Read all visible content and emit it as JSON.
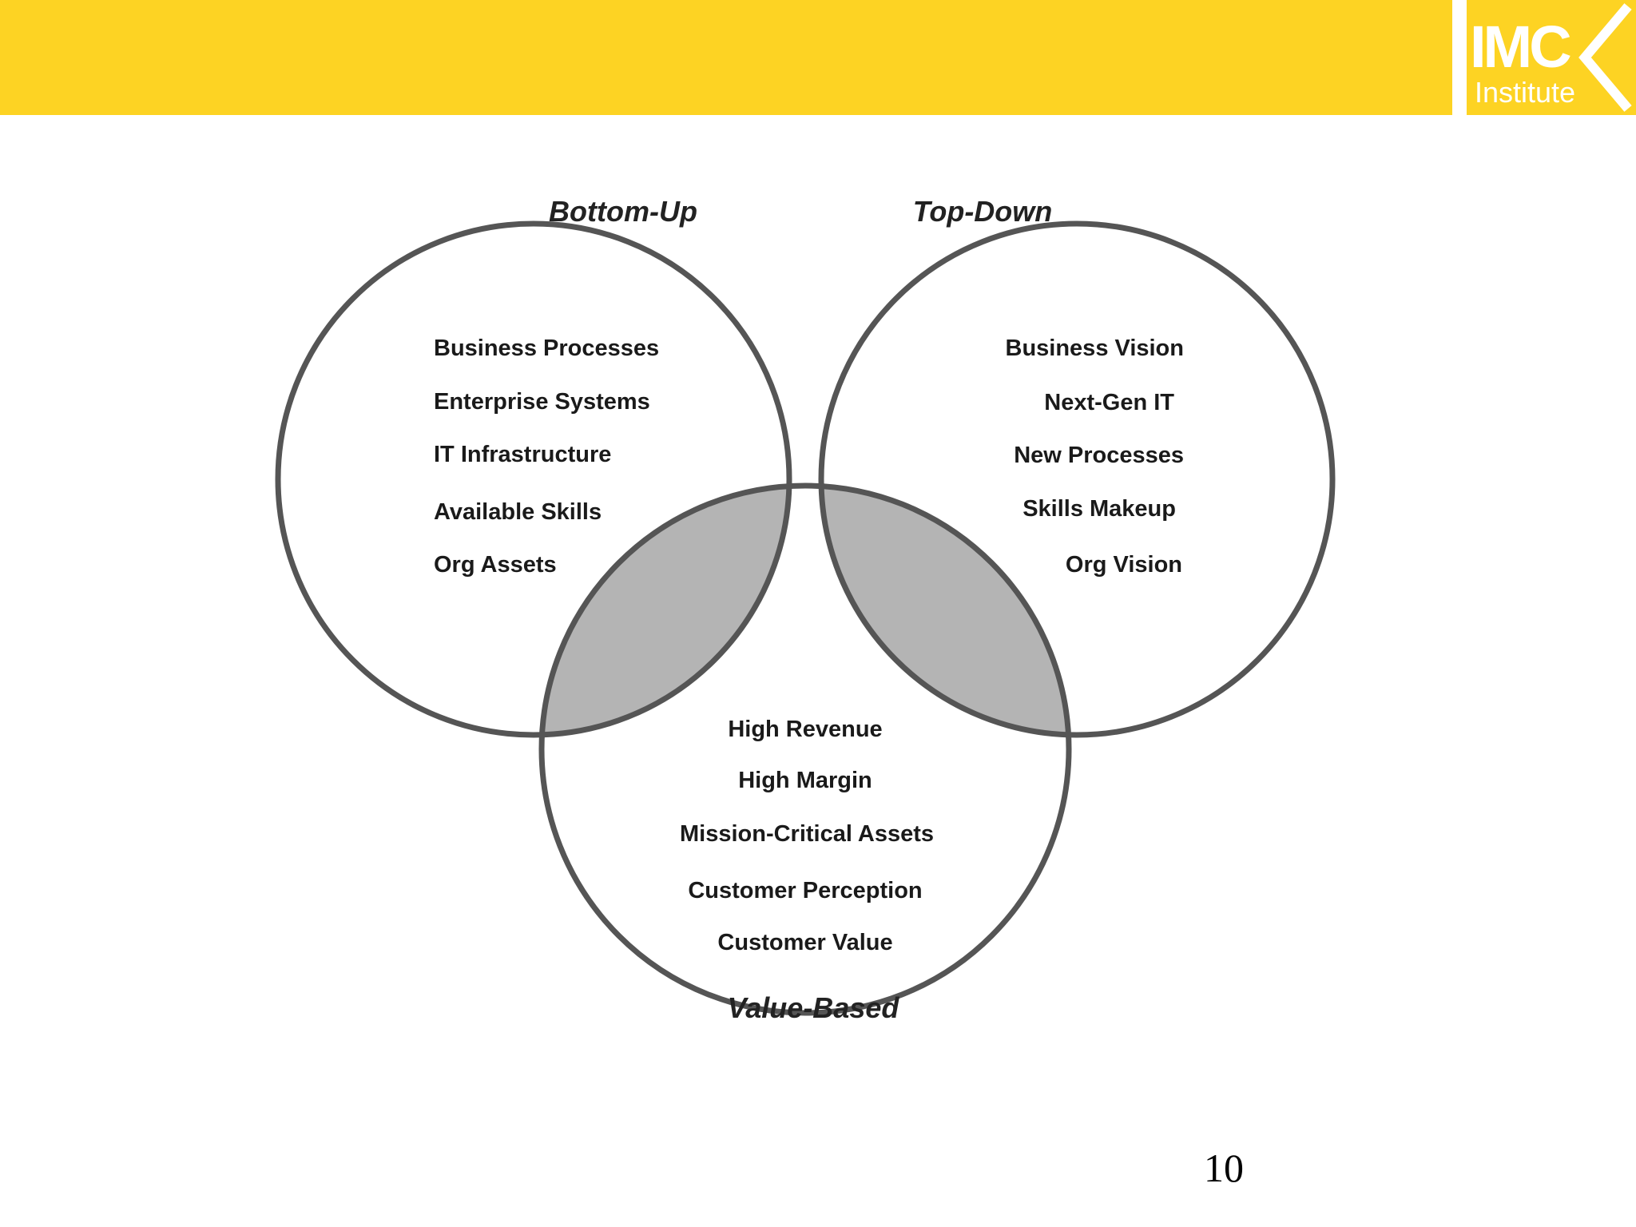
{
  "brand": {
    "name": "IMC",
    "subtitle": "Institute",
    "color": "#fdd323"
  },
  "diagram": {
    "sets": [
      {
        "title": "Bottom-Up",
        "items": [
          "Business Processes",
          "Enterprise Systems",
          "IT Infrastructure",
          "Available Skills",
          "Org Assets"
        ]
      },
      {
        "title": "Top-Down",
        "items": [
          "Business Vision",
          "Next-Gen IT",
          "New Processes",
          "Skills Makeup",
          "Org Vision"
        ]
      },
      {
        "title": "Value-Based",
        "items": [
          "High Revenue",
          "High Margin",
          "Mission-Critical Assets",
          "Customer Perception",
          "Customer Value"
        ]
      }
    ],
    "colors": {
      "pair_overlap": "#b4b4b4",
      "center_overlap": "#444444",
      "outline": "#555555"
    }
  },
  "slide": {
    "page_number": "10"
  }
}
